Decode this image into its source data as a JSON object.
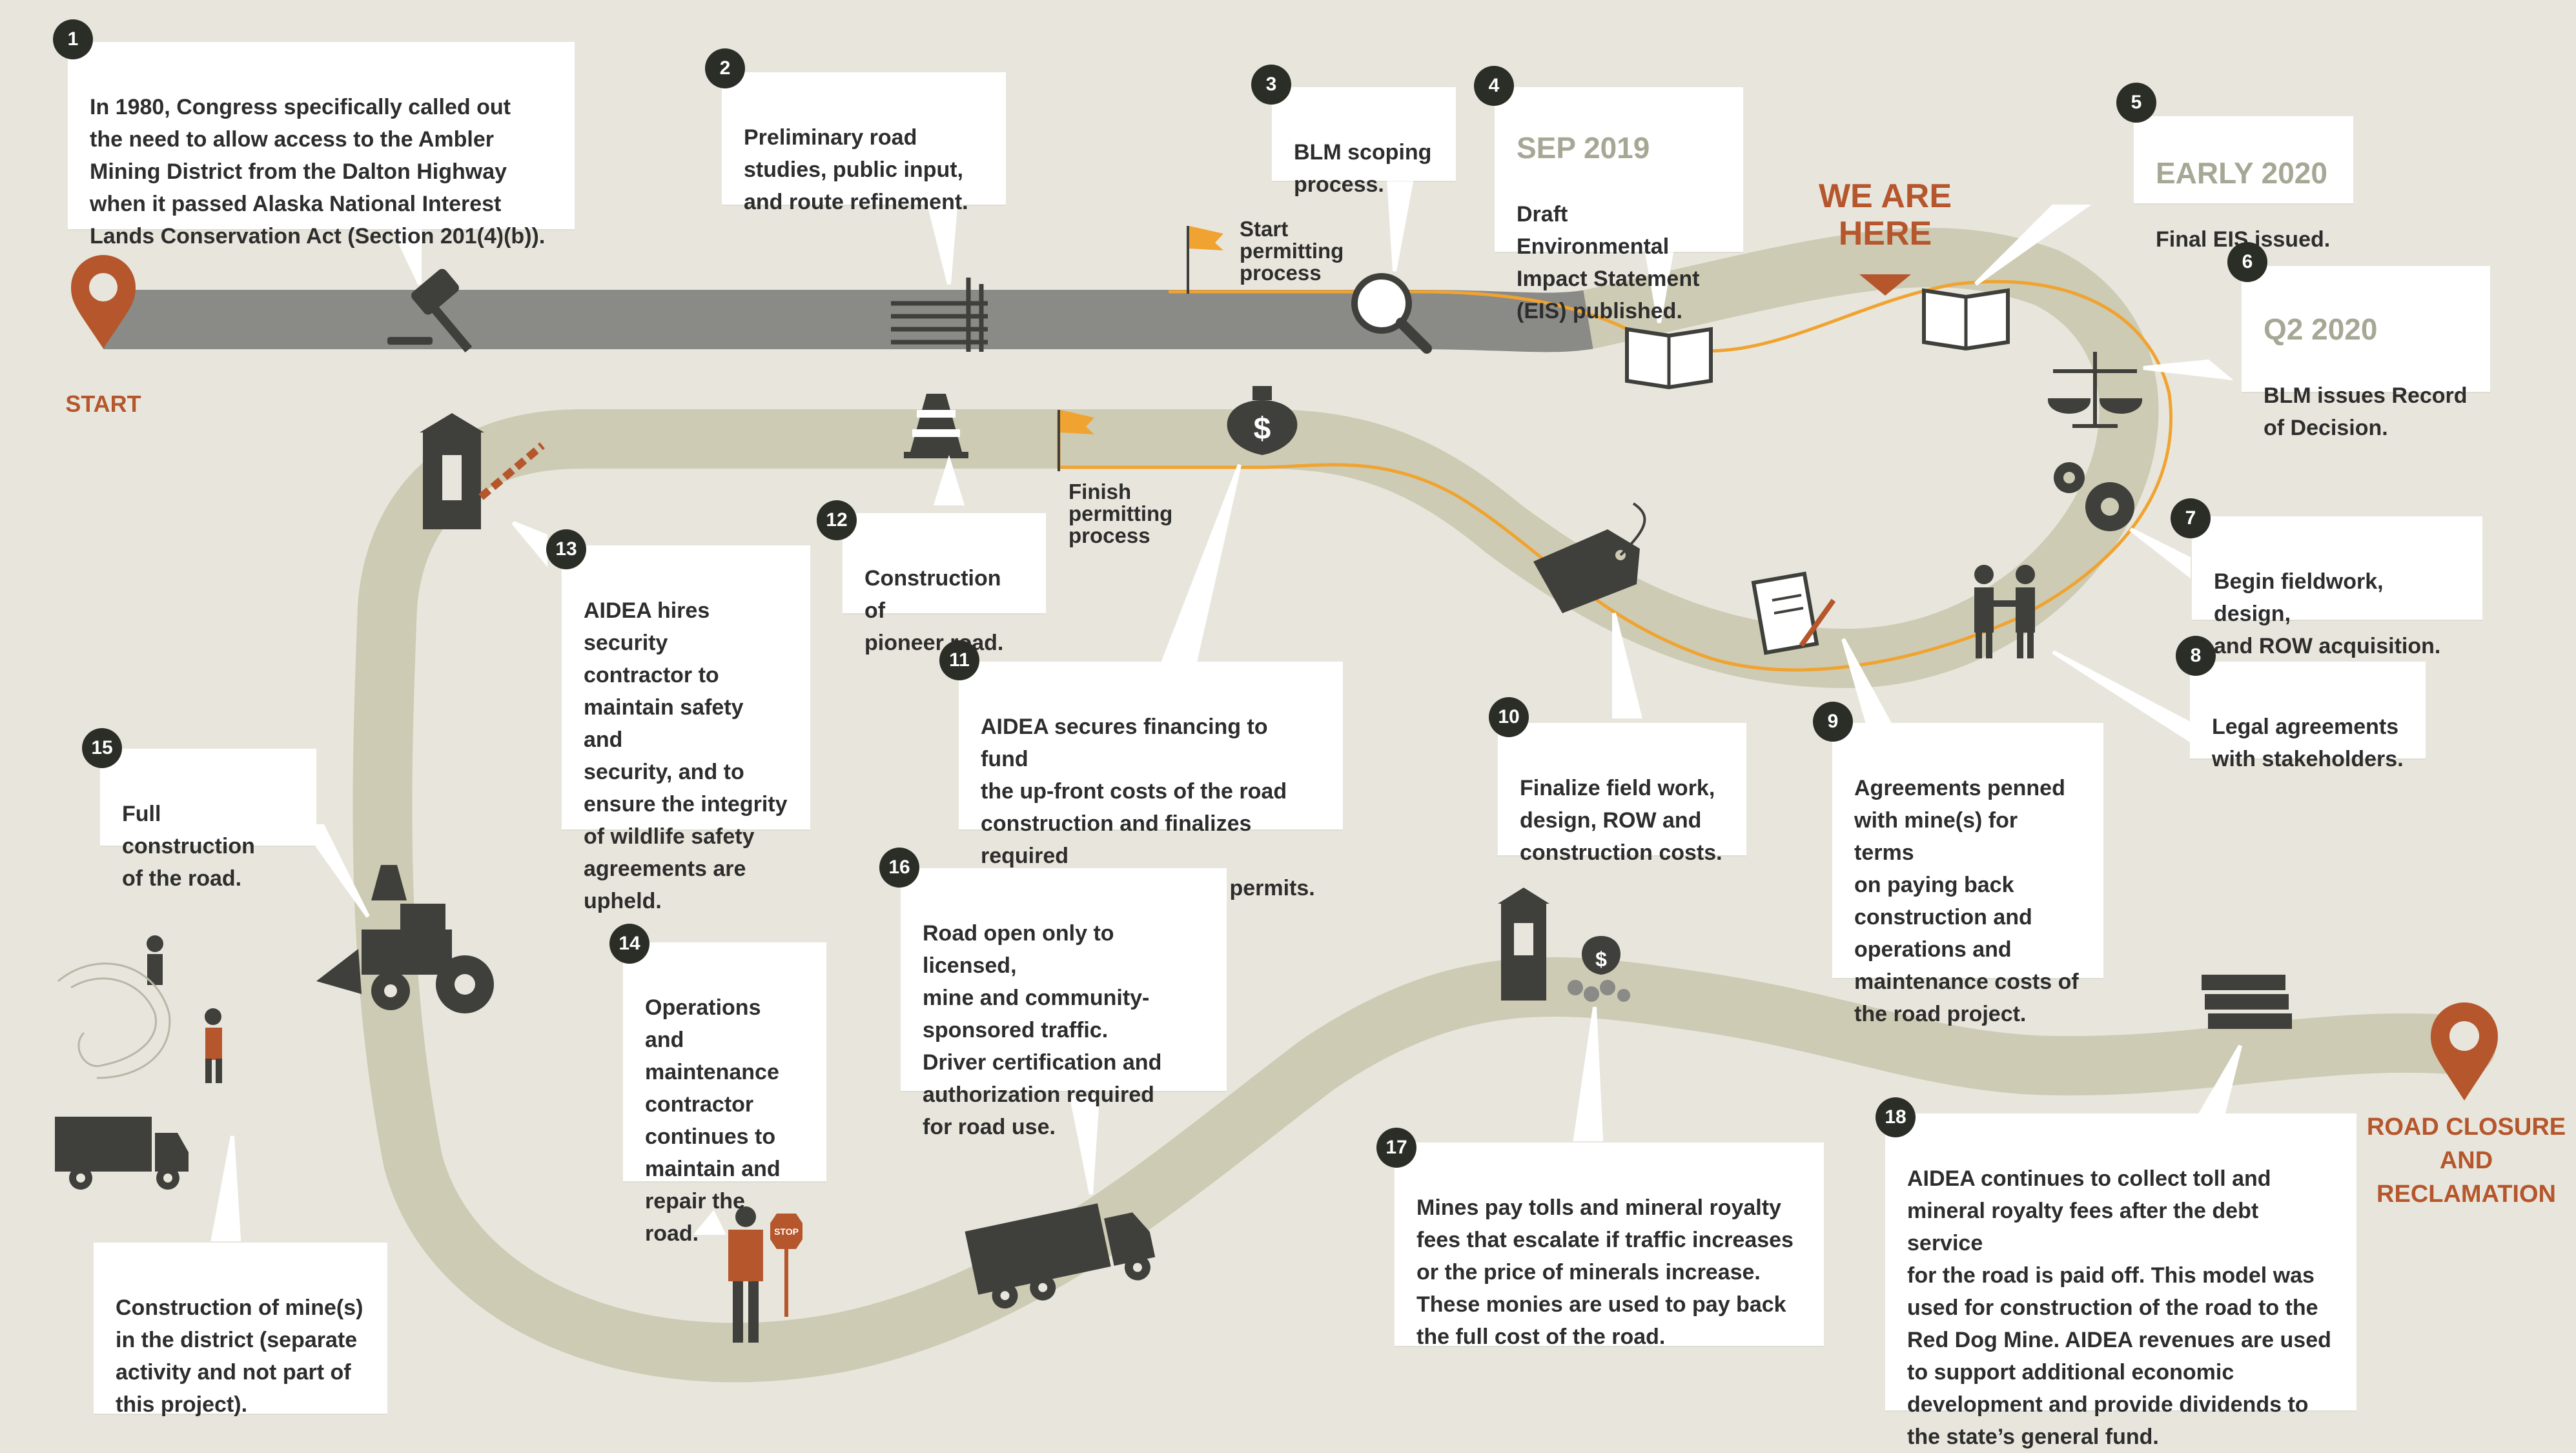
{
  "colors": {
    "background": "#e8e6dc",
    "road_done": "#8a8a86",
    "road_future": "#cdcbb4",
    "permitting": "#f0a330",
    "accent": "#b5562c",
    "dark": "#3f3f3b",
    "date": "#a7a795"
  },
  "markers": {
    "start": "START",
    "end": "ROAD CLOSURE\nAND\nRECLAMATION",
    "we_are_here": "WE ARE\nHERE",
    "start_permitting": "Start\npermitting\nprocess",
    "finish_permitting": "Finish\npermitting\nprocess"
  },
  "steps": [
    {
      "num": "1",
      "date": "",
      "text": "In 1980, Congress specifically called out\nthe need to allow access to the Ambler\nMining District from the Dalton Highway\nwhen it passed Alaska National Interest\nLands Conservation Act (Section 201(4)(b)).",
      "icon": "gavel-icon"
    },
    {
      "num": "2",
      "date": "",
      "text": "Preliminary road\nstudies, public input,\nand route refinement.",
      "icon": "route-arrows-icon"
    },
    {
      "num": "3",
      "date": "",
      "text": "BLM scoping\nprocess.",
      "icon": "magnifier-icon"
    },
    {
      "num": "4",
      "date": "SEP 2019",
      "text": "Draft Environmental\nImpact Statement\n(EIS) published.",
      "icon": "open-book-icon"
    },
    {
      "num": "5",
      "date": "EARLY 2020",
      "text": "Final EIS issued.",
      "icon": "open-book-icon"
    },
    {
      "num": "6",
      "date": "Q2 2020",
      "text": "BLM issues Record\nof Decision.",
      "icon": "scales-icon"
    },
    {
      "num": "7",
      "date": "",
      "text": "Begin fieldwork, design,\nand ROW acquisition.",
      "icon": "gears-icon"
    },
    {
      "num": "8",
      "date": "",
      "text": "Legal agreements\nwith stakeholders.",
      "icon": "handshake-icon"
    },
    {
      "num": "9",
      "date": "",
      "text": "Agreements penned\nwith mine(s) for terms\non paying back\nconstruction and\noperations and\nmaintenance costs of\nthe road project.",
      "icon": "contract-icon"
    },
    {
      "num": "10",
      "date": "",
      "text": "Finalize field work,\ndesign, ROW and\nconstruction costs.",
      "icon": "price-tag-icon"
    },
    {
      "num": "11",
      "date": "",
      "text": "AIDEA secures financing to fund\nthe up-front costs of the road\nconstruction and finalizes required\nlocal, state, and federal permits.",
      "icon": "money-bag-icon"
    },
    {
      "num": "12",
      "date": "",
      "text": "Construction of\npioneer road.",
      "icon": "traffic-cone-icon"
    },
    {
      "num": "13",
      "date": "",
      "text": "AIDEA hires security\ncontractor to\nmaintain safety and\nsecurity, and to\nensure the integrity\nof wildlife safety\nagreements are\nupheld.",
      "icon": "gate-booth-icon"
    },
    {
      "num": "14",
      "date": "",
      "text": "Operations and\nmaintenance\ncontractor\ncontinues to\nmaintain and\nrepair the road.",
      "icon": "flagger-icon"
    },
    {
      "num": "15",
      "date": "",
      "text": "Full construction\nof the road.",
      "icon": "tractor-icon"
    },
    {
      "num": "16",
      "date": "",
      "text": "Road open only to licensed,\nmine and community-\nsponsored traffic.\nDriver certification and\nauthorization required\nfor road use.",
      "icon": "truck-icon"
    },
    {
      "num": "17",
      "date": "",
      "text": "Mines pay tolls and mineral royalty\nfees that escalate if traffic increases\nor the price of minerals increase.\nThese monies are used to pay back\nthe full cost of the road.",
      "icon": "toll-booth-icon"
    },
    {
      "num": "18",
      "date": "",
      "text": "AIDEA continues to collect toll and\nmineral royalty fees after the debt service\nfor the road is paid off. This model was\nused for construction of the road to the\nRed Dog Mine. AIDEA revenues are used\nto support additional economic\ndevelopment and provide dividends to\nthe state’s general fund.",
      "icon": "cash-stack-icon"
    }
  ],
  "mine_note": "Construction of mine(s)\nin the district (separate\nactivity and not part of\nthis project).",
  "stop_sign": "STOP"
}
